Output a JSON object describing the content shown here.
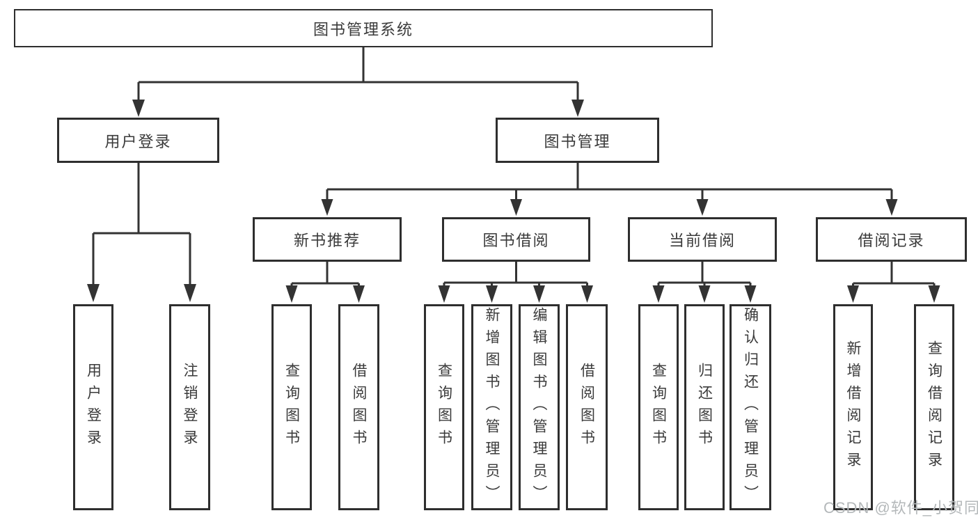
{
  "diagram": {
    "type": "tree",
    "root": {
      "label": "图书管理系统"
    },
    "branches": [
      {
        "label": "用户登录",
        "children": [
          {
            "label": "用户登录"
          },
          {
            "label": "注销登录"
          }
        ]
      },
      {
        "label": "图书管理",
        "children": [
          {
            "label": "新书推荐",
            "children": [
              {
                "label": "查询图书"
              },
              {
                "label": "借阅图书"
              }
            ]
          },
          {
            "label": "图书借阅",
            "children": [
              {
                "label": "查询图书"
              },
              {
                "label": "新增图书（管理员）"
              },
              {
                "label": "编辑图书（管理员）"
              },
              {
                "label": "借阅图书"
              }
            ]
          },
          {
            "label": "当前借阅",
            "children": [
              {
                "label": "查询图书"
              },
              {
                "label": "归还图书"
              },
              {
                "label": "确认归还（管理员）"
              }
            ]
          },
          {
            "label": "借阅记录",
            "children": [
              {
                "label": "新增借阅记录"
              },
              {
                "label": "查询借阅记录"
              }
            ]
          }
        ]
      }
    ]
  },
  "watermark": {
    "text": "CSDN @软件_小贺同学"
  },
  "colors": {
    "background": "#ffffff",
    "box_border": "#2e2e2e",
    "box_background": "#ffffff",
    "connector_line": "#333333",
    "arrowhead": "#333333",
    "text": "#3a3a3a",
    "watermark_text": "#b4b8ba"
  }
}
